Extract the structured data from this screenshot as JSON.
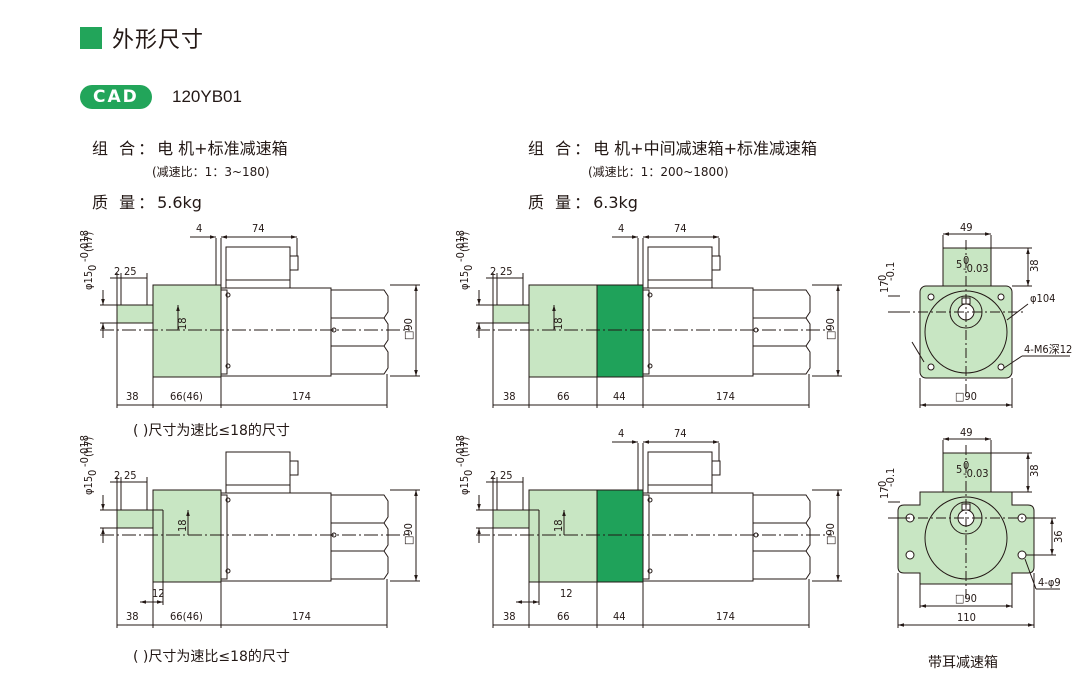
{
  "section_title": "外形尺寸",
  "cad_badge": "CAD",
  "model": "120YB01",
  "left_config": {
    "label": "组 合：",
    "value": "电 机+标准减速箱",
    "ratio": "(减速比：1：3~180)",
    "mass_label": "质 量：",
    "mass_value": "5.6kg"
  },
  "right_config": {
    "label": "组 合：",
    "value": "电 机+中间减速箱+标准减速箱",
    "ratio": "(减速比：1：200~1800)",
    "mass_label": "质 量：",
    "mass_value": "6.3kg"
  },
  "notes": {
    "paren_note_top": "( )尺寸为速比≤18的尺寸",
    "paren_note_bottom": "( )尺寸为速比≤18的尺寸",
    "ear_caption": "带耳减速箱"
  },
  "dims": {
    "shaft_dia": "φ15",
    "tol_upper": "0",
    "tol_lower": "-0.018",
    "fit": "(h7)",
    "d2": "2",
    "d25": "25",
    "d4": "4",
    "d74": "74",
    "d18": "18",
    "d90": "□90",
    "d38": "38",
    "d66_46": "66(46)",
    "d66": "66",
    "d44": "44",
    "d174": "174",
    "d12": "12",
    "d49": "49",
    "d5": "5",
    "d5_tol": "-0.03",
    "d5_tol_up": "0",
    "d17": "17",
    "d17_tol": "-0.1",
    "d17_tol_up": "0",
    "d38v": "38",
    "d104": "φ104",
    "m6": "4-M6深12",
    "d90b": "□90",
    "d36": "36",
    "phi9": "4-φ9",
    "d110": "110"
  },
  "colors": {
    "accent": "#22a55a",
    "gearbox_light": "#c8e6c3",
    "gearbox_mid": "#1fa25a"
  }
}
